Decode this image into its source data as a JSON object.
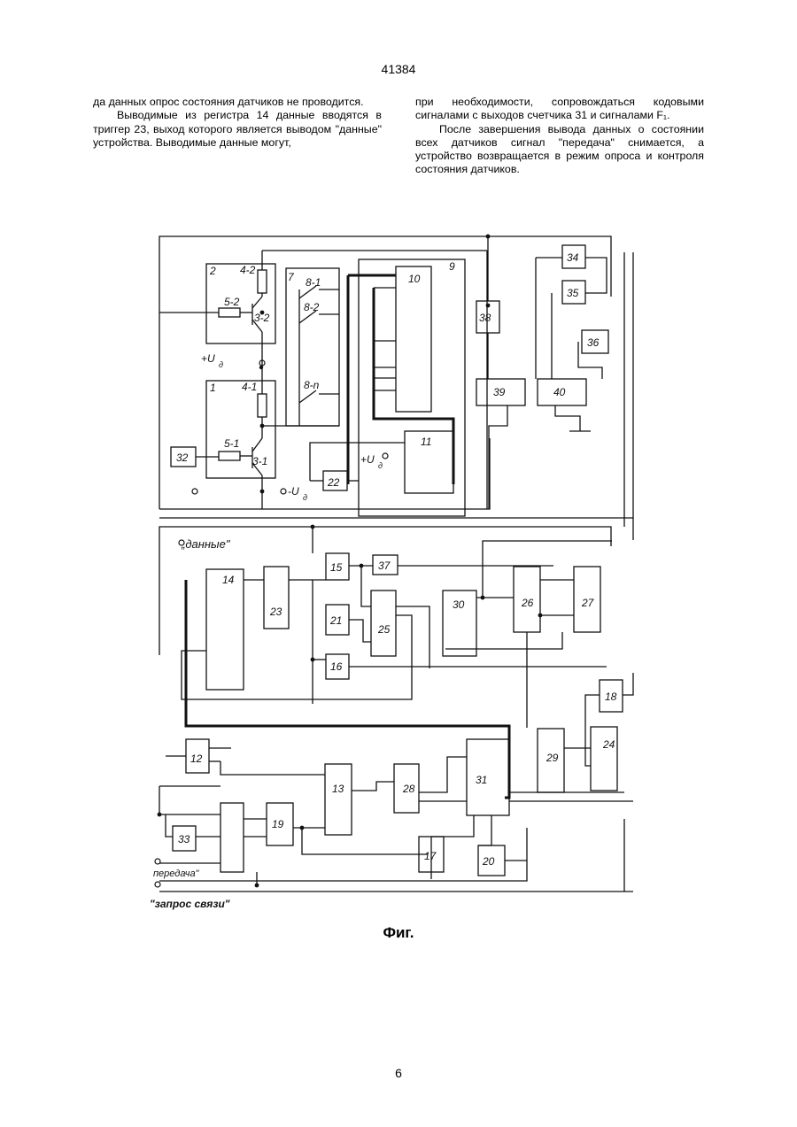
{
  "header": {
    "page_number": "41384"
  },
  "text_left": [
    "да данных опрос состояния датчиков не проводится.",
    "Выводимые из регистра 14 данные вводятся в триггер 23, выход которого является выводом \"данные\" устройства. Выводимые данные могут,"
  ],
  "text_right": [
    "при необходимости, сопровождаться кодовыми сигналами с выходов счетчика 31 и сигналами F₁.",
    "После завершения вывода данных о состоянии всех датчиков сигнал \"передача\" снимается, а устройство возвращается в режим опроса и контроля состояния датчиков."
  ],
  "figure": {
    "caption": "Фиг.",
    "labels": {
      "data_out": "„данные\"",
      "transfer": "передача\"",
      "link_request": "\"запрос связи\"",
      "plus_ud": "+U",
      "minus_ud": "-U",
      "ud_sub": "д"
    },
    "blocks": [
      "1",
      "2",
      "3-1",
      "3-2",
      "4-1",
      "4-2",
      "5-1",
      "5-2",
      "7",
      "8-1",
      "8-2",
      "8-n",
      "9",
      "10",
      "11",
      "12",
      "13",
      "14",
      "15",
      "16",
      "17",
      "18",
      "19",
      "20",
      "21",
      "22",
      "23",
      "24",
      "25",
      "26",
      "27",
      "28",
      "29",
      "30",
      "31",
      "32",
      "33",
      "34",
      "35",
      "36",
      "37",
      "38",
      "39",
      "40"
    ]
  },
  "footer": {
    "page_number": "6"
  }
}
